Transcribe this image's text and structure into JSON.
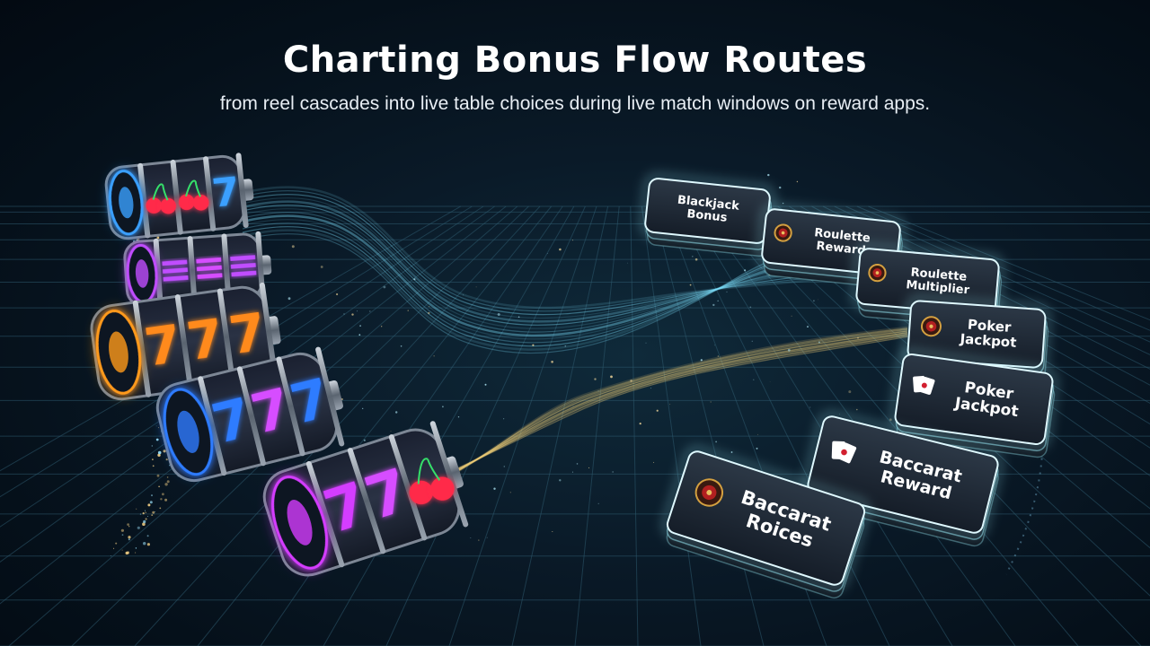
{
  "header": {
    "title": "Charting Bonus Flow Routes",
    "subtitle": "from reel cascades into live table choices during live match windows on reward apps."
  },
  "reels": [
    {
      "name": "reel-1",
      "symbols": [
        "cherry",
        "cherry",
        "7"
      ],
      "accent": "#3aa0ff"
    },
    {
      "name": "reel-2",
      "symbols": [
        "bars",
        "bars",
        "bars"
      ],
      "accent": "#c04dff"
    },
    {
      "name": "reel-3",
      "symbols": [
        "7",
        "7",
        "7"
      ],
      "accent": "#ff9a1a"
    },
    {
      "name": "reel-4",
      "symbols": [
        "7",
        "7",
        "7"
      ],
      "accent": "#2f7bff"
    },
    {
      "name": "reel-5",
      "symbols": [
        "7",
        "7",
        "cherry"
      ],
      "accent": "#d43cff"
    }
  ],
  "table_cards": [
    {
      "label": "Blackjack Bonus",
      "icon": "none"
    },
    {
      "label": "Roulette Reward",
      "icon": "roulette-icon"
    },
    {
      "label": "Roulette Multiplier",
      "icon": "roulette-icon"
    },
    {
      "label": "Poker Jackpot",
      "icon": "roulette-wheel-icon"
    },
    {
      "label": "Poker Jackpot",
      "icon": "playing-cards-icon"
    },
    {
      "label": "Baccarat Reward",
      "icon": "playing-cards-icon"
    },
    {
      "label": "Baccarat Roices",
      "icon": "roulette-wheel-icon"
    }
  ],
  "colors": {
    "flow_blue": "#7fe3ff",
    "flow_gold": "#f5d27a",
    "grid": "#2d5a6e",
    "card_glow": "#9ff3ff"
  }
}
